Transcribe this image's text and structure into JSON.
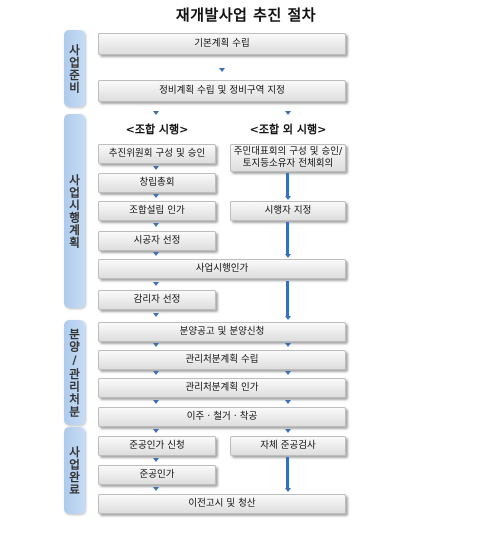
{
  "title": "재개발사업 추진 절차",
  "phases": {
    "prep": "사업준비",
    "plan": "사업시행계획",
    "sale": "분양/관리처분",
    "complete": "사업완료"
  },
  "headers": {
    "union": "<조합 시행>",
    "non_union": "<조합 외 시행>"
  },
  "steps": {
    "basic_plan": "기본계획 수립",
    "maintenance_plan": "정비계획 수립 및 정비구역 지정",
    "promotion_committee": "추진위원회 구성 및 승인",
    "resident_rep_line1": "주민대표회의 구성 및 승인/",
    "resident_rep_line2": "토지등소유자 전체회의",
    "founding_meeting": "창립총회",
    "union_authorization": "조합설립 인가",
    "operator_designation": "시행자 지정",
    "contractor_selection": "시공자 선정",
    "project_authorization": "사업시행인가",
    "inspector_selection": "감리자 선정",
    "sale_announcement": "분양공고 및 분양신청",
    "disposal_plan": "관리처분계획 수립",
    "disposal_authorization": "관리처분계획 인가",
    "relocation": "이주 · 철거 · 착공",
    "completion_application": "준공인가 신청",
    "self_inspection": "자체 준공검사",
    "completion_authorization": "준공인가",
    "transfer_settlement": "이전고시 및 청산"
  }
}
